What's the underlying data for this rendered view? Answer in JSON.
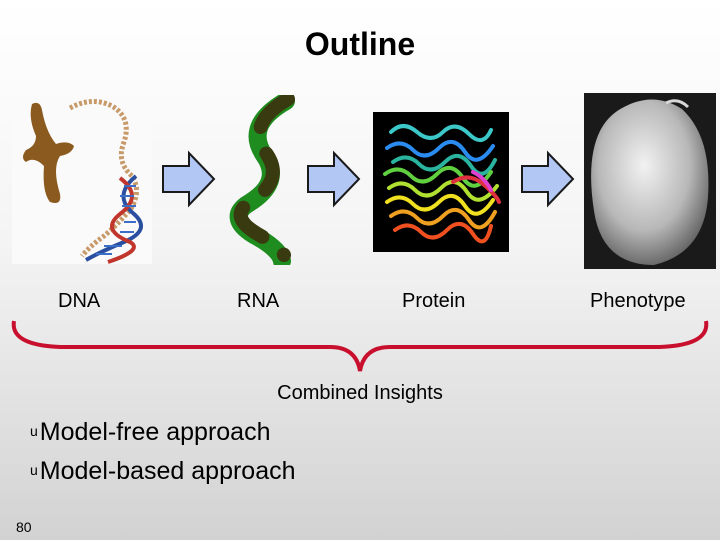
{
  "slide": {
    "title": "Outline",
    "labels": {
      "dna": "DNA",
      "rna": "RNA",
      "protein": "Protein",
      "phenotype": "Phenotype"
    },
    "combined": "Combined Insights",
    "bullets": [
      "Model-free approach",
      "Model-based approach"
    ],
    "bullet_marker": "u",
    "page_number": "80"
  },
  "colors": {
    "arrow_fill": "#b3c7f5",
    "brace": "#c8102e",
    "rna_strand_dark": "#3a3a10",
    "rna_strand_green": "#1e8c1e",
    "chromosome": "#8b5a1e"
  },
  "icons": {
    "dna": "dna-helix-chromosome-image",
    "rna": "rna-strand-image",
    "protein": "protein-structure-image",
    "phenotype": "cell-micrograph-image",
    "arrow": "right-arrow-icon",
    "brace": "curly-brace-icon"
  }
}
